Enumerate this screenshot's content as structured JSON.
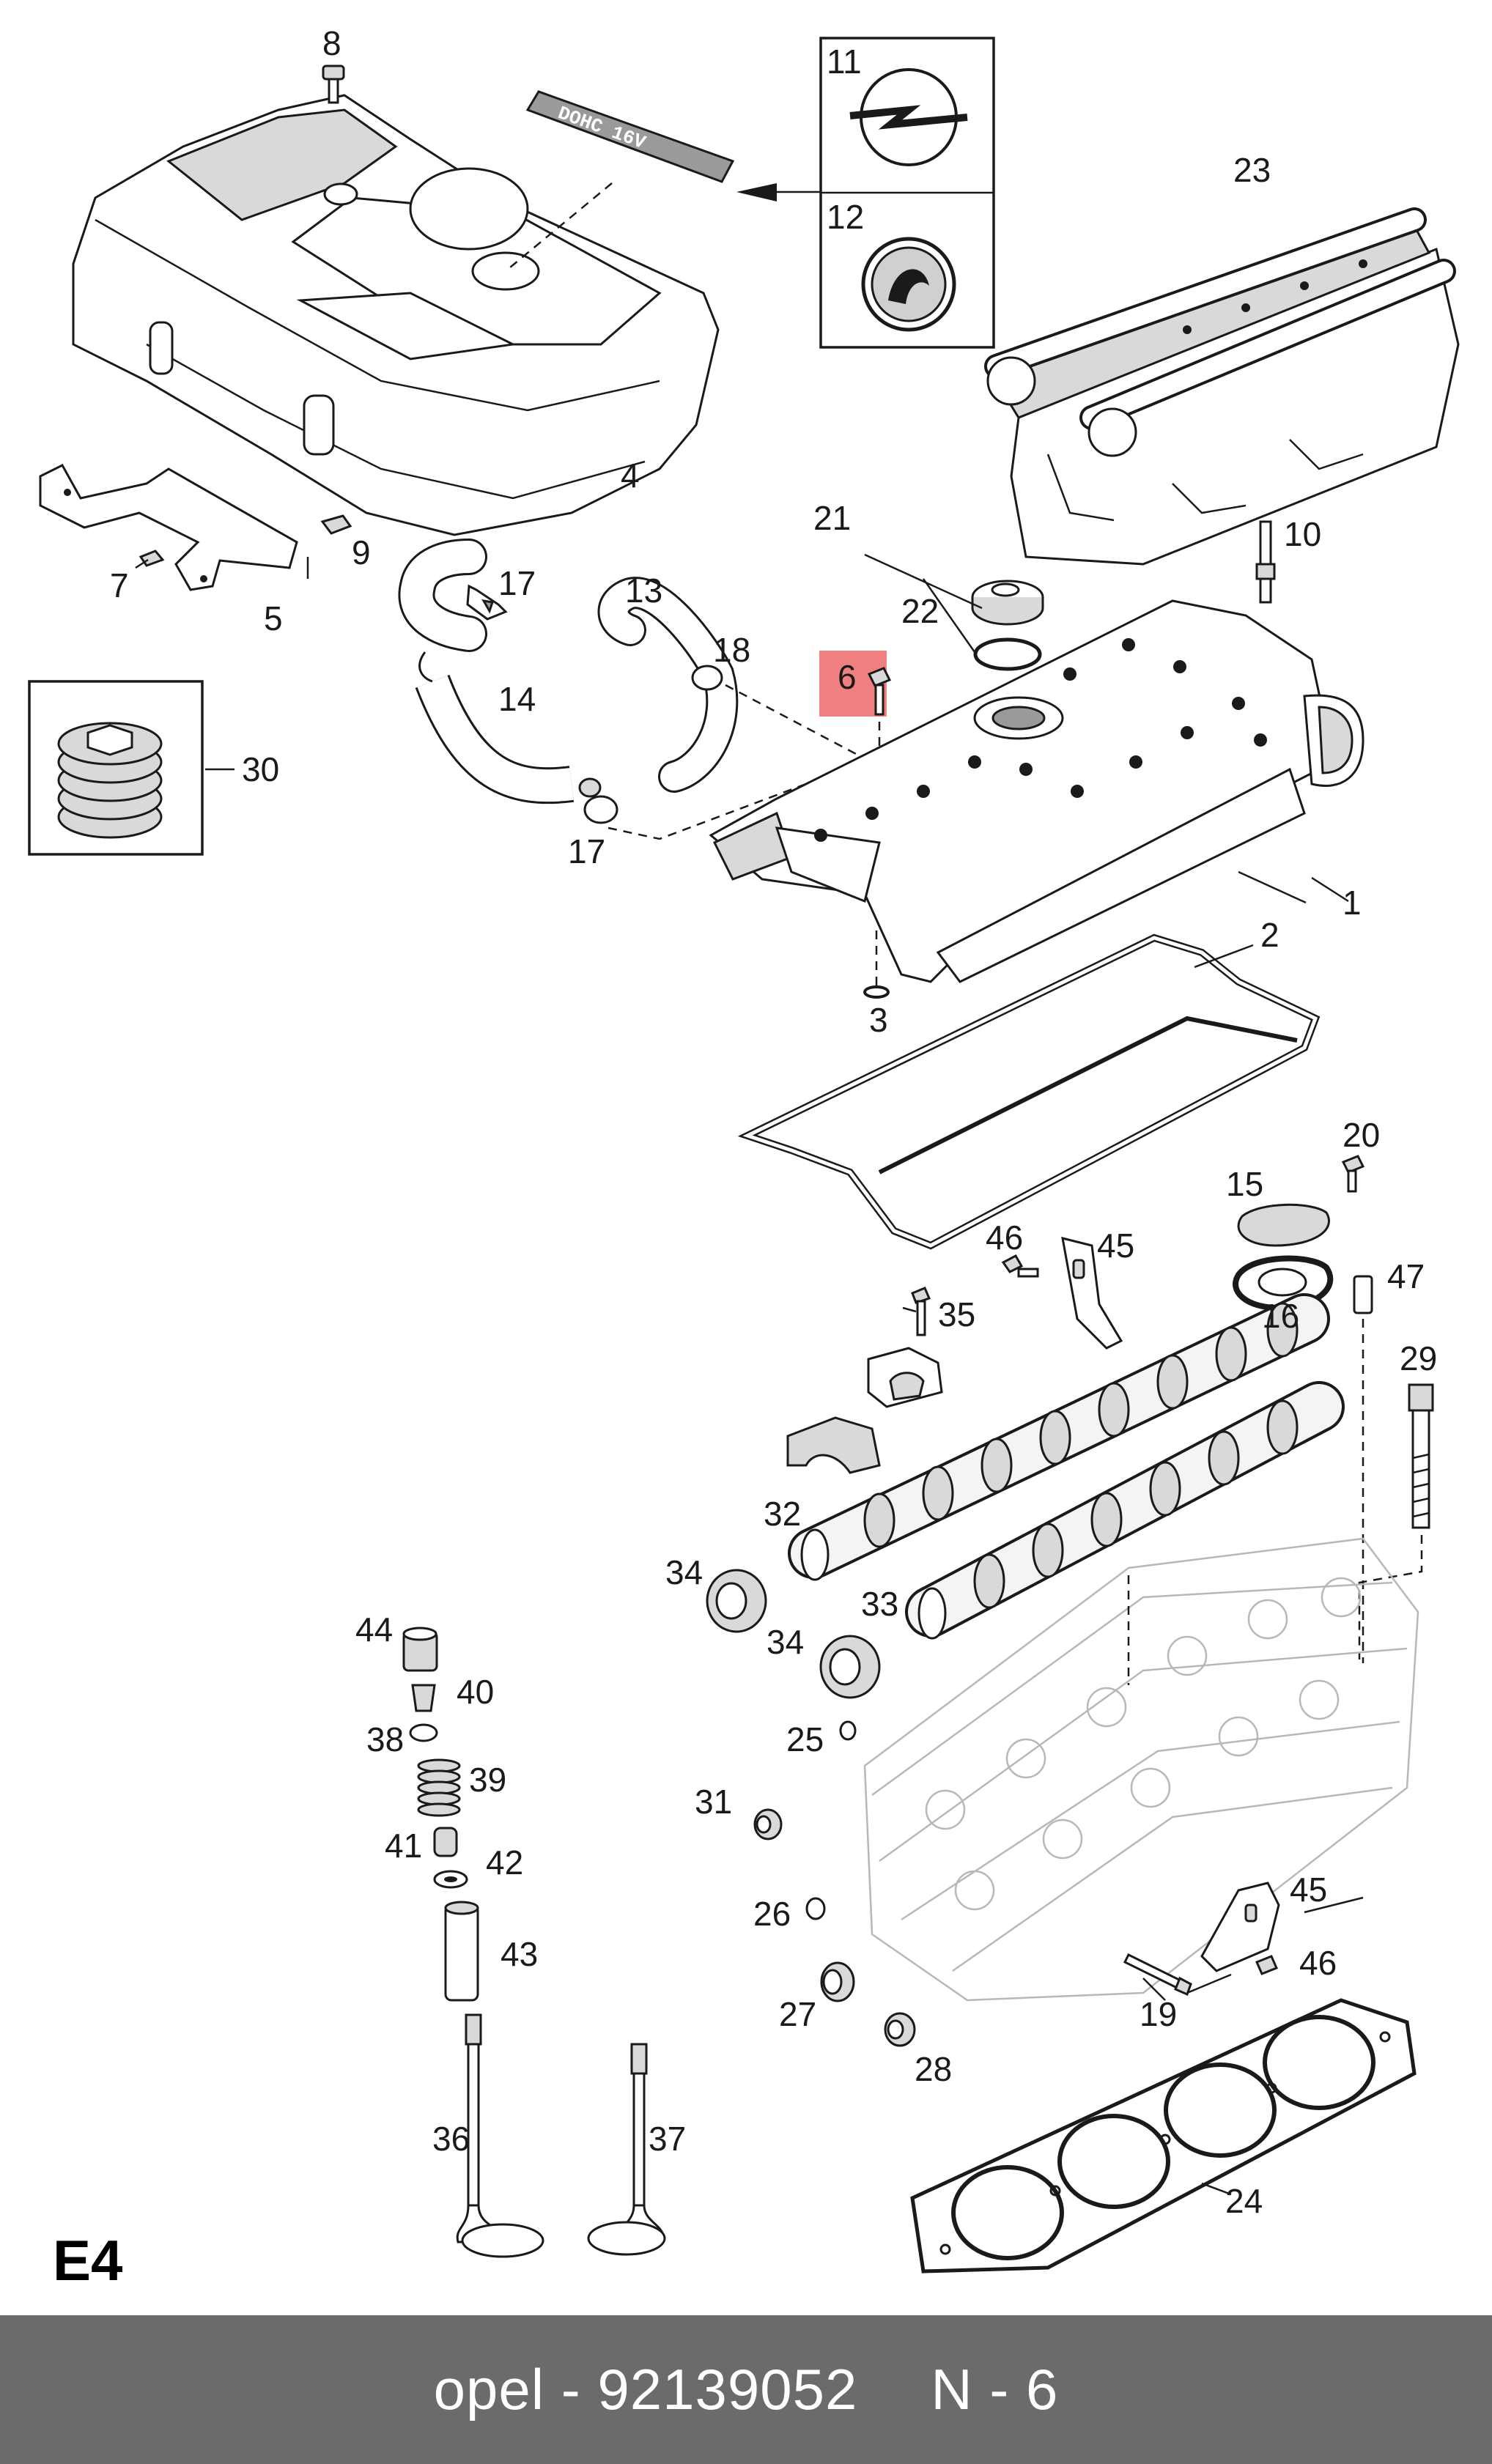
{
  "diagram": {
    "section_code": "E4",
    "cover_label": "DOHC 16V",
    "highlight_color": "#f08080",
    "callouts": {
      "c1": "1",
      "c2": "2",
      "c3": "3",
      "c4": "4",
      "c5": "5",
      "c6": "6",
      "c7": "7",
      "c8": "8",
      "c9": "9",
      "c10": "10",
      "c11": "11",
      "c12": "12",
      "c13": "13",
      "c14": "14",
      "c15": "15",
      "c16": "16",
      "c17a": "17",
      "c17b": "17",
      "c18": "18",
      "c19": "19",
      "c20": "20",
      "c21": "21",
      "c22": "22",
      "c23": "23",
      "c24": "24",
      "c25": "25",
      "c26": "26",
      "c27": "27",
      "c28": "28",
      "c29": "29",
      "c30": "30",
      "c31": "31",
      "c32": "32",
      "c33": "33",
      "c34a": "34",
      "c34b": "34",
      "c35": "35",
      "c36": "36",
      "c37": "37",
      "c38": "38",
      "c39": "39",
      "c40": "40",
      "c41": "41",
      "c42": "42",
      "c43": "43",
      "c44": "44",
      "c45a": "45",
      "c45b": "45",
      "c46a": "46",
      "c46b": "46",
      "c47": "47"
    }
  },
  "footer": {
    "brand_part": "opel - 92139052",
    "position": "N - 6"
  }
}
